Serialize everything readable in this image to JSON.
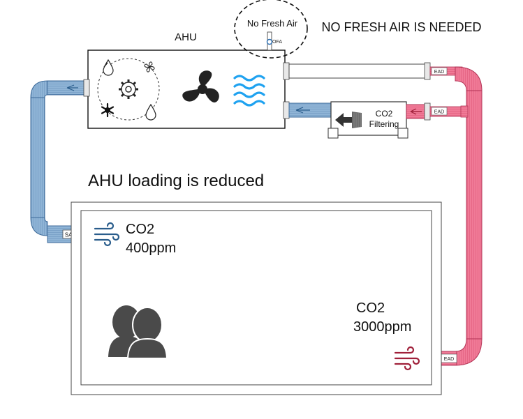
{
  "diagram": {
    "ahu_label": "AHU",
    "no_fresh_air_label": "No Fresh Air",
    "no_fresh_air_needed": "NO FRESH AIR IS NEEDED",
    "ofa_tag": "OFA",
    "ead_tag_top": "EAD",
    "ead_tag_mid": "EAD",
    "ead_tag_bottom": "EAD",
    "sad_tag": "SAD",
    "co2_filter_line1": "CO2",
    "co2_filter_line2": "Filtering",
    "loading_reduced": "AHU loading is reduced",
    "supply_co2_label": "CO2",
    "supply_co2_value": "400ppm",
    "room_co2_label": "CO2",
    "room_co2_value": "3000ppm"
  },
  "icons": {
    "water_drop": "water-drop-icon",
    "fan_small": "small-fan-icon",
    "gear": "gear-icon",
    "snowflake": "snowflake-icon",
    "fan_large": "fan-icon",
    "heat_waves": "heat-waves-icon",
    "supply_wind": "supply-wind-icon",
    "exhaust_wind": "exhaust-wind-icon",
    "occupants": "people-icon",
    "co2_filter_arrow": "arrow-left-icon"
  },
  "colors": {
    "supply_duct": "#8fb4d6",
    "return_duct": "#f07a97",
    "supply_text": "#2a5d8c",
    "exhaust_text": "#a0203a",
    "wave_blue": "#1fa2f0",
    "people": "#4a4a4a"
  }
}
